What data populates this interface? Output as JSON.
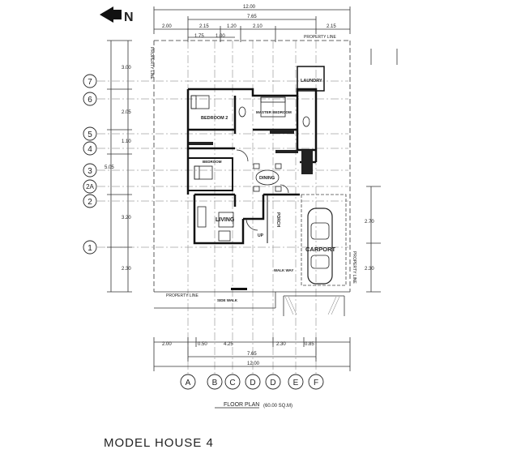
{
  "north_label": "N",
  "top_dims": {
    "overall": "12.00",
    "building": "7.65",
    "segments": [
      "2.00",
      "2.15",
      "1.20",
      "2.10",
      "2.15"
    ],
    "inner": [
      "1.75",
      "1.00"
    ]
  },
  "left_dims": [
    "3.00",
    "2.05",
    "1.10",
    "3.20",
    "2.30"
  ],
  "left_small": "5.05",
  "right_dims": [
    "2.70",
    "2.30"
  ],
  "bottom_dims": {
    "segments": [
      "2.00",
      "0.50",
      "4.25",
      "2.30",
      "0.85"
    ],
    "building": "7.65",
    "overall": "12.00"
  },
  "grid_rows": [
    "7",
    "6",
    "5",
    "4",
    "3",
    "2A",
    "2",
    "1"
  ],
  "grid_cols": [
    "A",
    "B",
    "C",
    "D",
    "D",
    "E",
    "F"
  ],
  "property_line": "PROPERTY LINE",
  "rooms": {
    "laundry": "LAUNDRY",
    "bedroom2": "BEDROOM 2",
    "master": "MASTER BEDROOM",
    "bedroom": "BEDROOM",
    "dining": "DINING",
    "living": "LIVING",
    "porch": "PORCH",
    "carport": "CARPORT",
    "walkway": "WALK WAY",
    "sidewalk": "SIDE WALK",
    "up": "UP"
  },
  "plan_title": "FLOOR PLAN",
  "plan_area": "(60.00 SQ.M)",
  "model_title": "MODEL HOUSE 4"
}
